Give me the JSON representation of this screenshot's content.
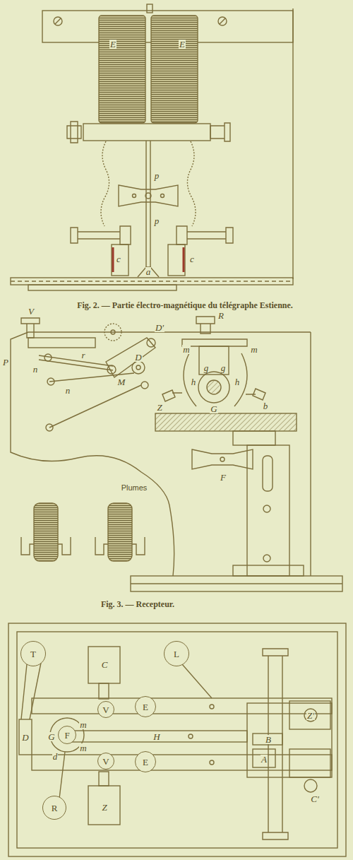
{
  "diagram": {
    "nodes": [
      {
        "text": [
          "T"
        ]
      },
      {
        "text": [
          "L"
        ]
      },
      {
        "text": [
          "V"
        ]
      },
      {
        "text": [
          "E"
        ]
      },
      {
        "text": [
          "F"
        ]
      },
      {
        "text": [
          "V"
        ]
      },
      {
        "text": [
          "E"
        ]
      },
      {
        "text": [
          "R"
        ]
      }
    ],
    "labels": [
      "E",
      "E",
      "p",
      "p",
      "c",
      "c",
      "a",
      "Fig. 2. — Partie électro-magnétique du télégraphe Estienne.",
      "V",
      "D'",
      "R",
      "P",
      "m",
      "m",
      "n",
      "r",
      "M",
      "D",
      "g",
      "g",
      "h",
      "h",
      "n",
      "G",
      "Z",
      "b",
      "F",
      "Plumes",
      "Fig. 3. — Recepteur.",
      "C",
      "D",
      "G",
      "m",
      "H",
      "m",
      "d",
      "Z'",
      "B",
      "A",
      "C'",
      "Z"
    ]
  }
}
